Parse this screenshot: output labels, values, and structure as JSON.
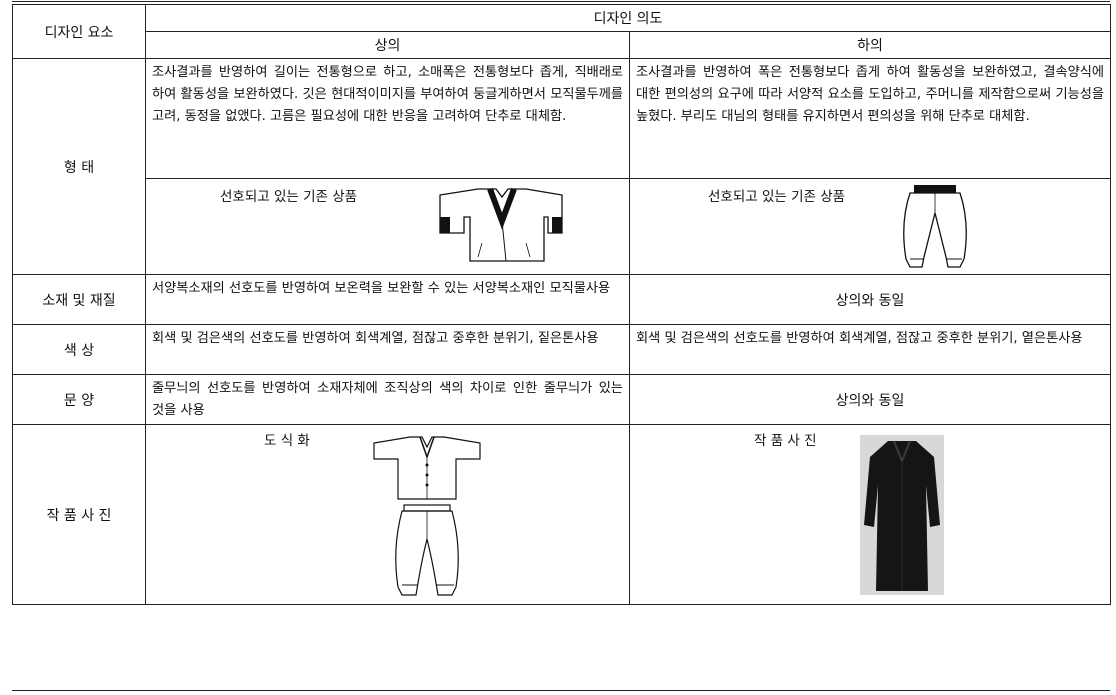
{
  "header": {
    "element_col": "디자인 요소",
    "intent_col": "디자인 의도",
    "top_col": "상의",
    "bottom_col": "하의"
  },
  "rows": {
    "shape": {
      "label": "형 태",
      "top_text": "조사결과를 반영하여 길이는 전통형으로 하고, 소매폭은 전통형보다 좁게, 직배래로 하여 활동성을 보완하였다. 깃은 현대적이미지를 부여하여 둥글게하면서 모직물두께를 고려, 동정을 없앴다. 고름은 필요성에 대한 반응을 고려하여 단추로 대체함.",
      "bottom_text": "조사결과를 반영하여 폭은 전통형보다 좁게 하여 활동성을 보완하였고, 결속양식에 대한 편의성의 요구에 따라 서양적 요소를 도입하고, 주머니를 제작함으로써 기능성을 높혔다. 부리도 대님의 형태를 유지하면서 편의성을 위해 단추로 대체함.",
      "top_caption": "선호되고 있는 기존 상품",
      "bottom_caption": "선호되고 있는 기존 상품"
    },
    "material": {
      "label": "소재 및 재질",
      "top_text": "서양복소재의 선호도를 반영하여 보온력을 보완할 수 있는 서양복소재인 모직물사용",
      "bottom_text": "상의와 동일"
    },
    "color": {
      "label": "색 상",
      "top_text": "회색 및 검은색의 선호도를 반영하여 회색계열, 점잖고 중후한 분위기, 짙은톤사용",
      "bottom_text": "회색 및 검은색의 선호도를 반영하여 회색계열, 점잖고 중후한 분위기, 옅은톤사용"
    },
    "pattern": {
      "label": "문 양",
      "top_text": "줄무늬의 선호도를 반영하여 소재자체에 조직상의 색의 차이로 인한 줄무늬가 있는 것을 사용",
      "bottom_text": "상의와 동일"
    },
    "photo": {
      "label": "작 품 사 진",
      "top_caption": "도 식 화",
      "bottom_caption": "작 품 사 진"
    }
  },
  "icons": [
    "jeogori-drawing",
    "baji-drawing",
    "hanbok-flat-drawing",
    "garment-photo"
  ]
}
